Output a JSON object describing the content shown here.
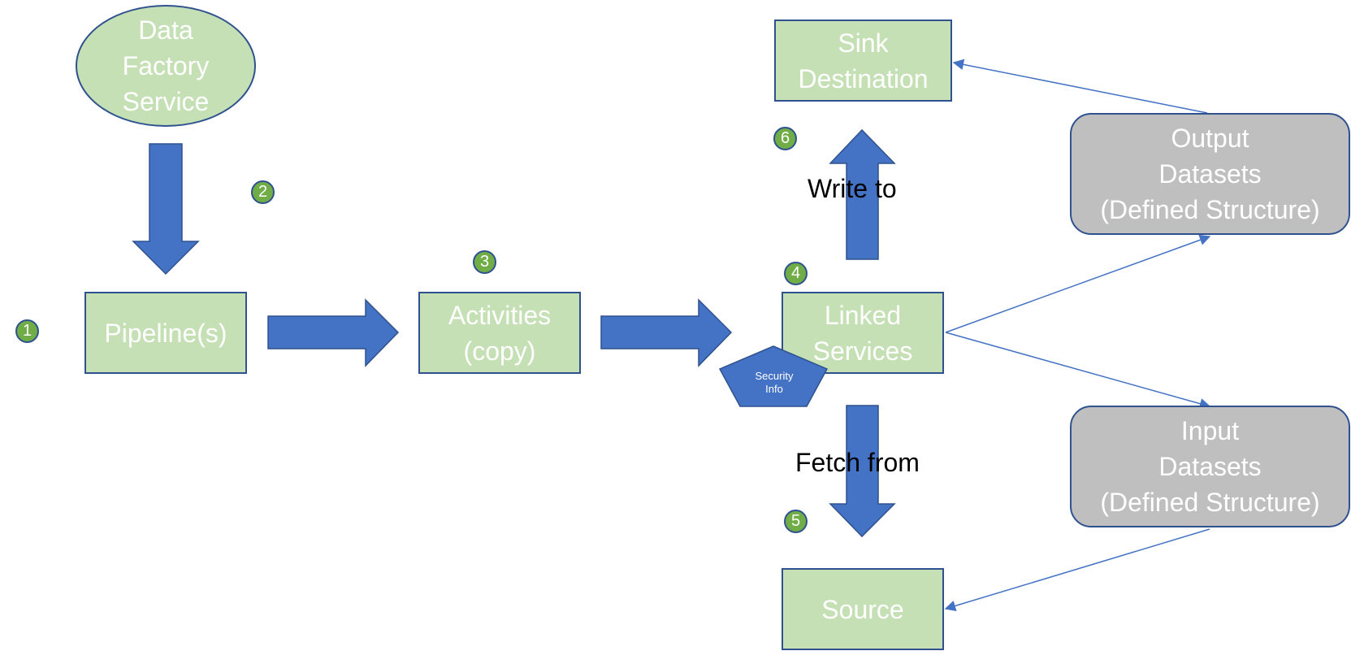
{
  "nodes": {
    "data_factory_service": "Data\nFactory\nService",
    "pipelines": "Pipeline(s)",
    "activities": "Activities\n(copy)",
    "linked_services": "Linked\nServices",
    "sink_destination": "Sink\nDestination",
    "source": "Source",
    "output_datasets": "Output\nDatasets\n(Defined Structure)",
    "input_datasets": "Input\nDatasets\n(Defined Structure)",
    "security_info": "Security\nInfo"
  },
  "arrow_labels": {
    "write_to": "Write to",
    "fetch_from": "Fetch from"
  },
  "badges": [
    "1",
    "2",
    "3",
    "4",
    "5",
    "6"
  ],
  "colors": {
    "box_fill": "#c5e0b4",
    "dataset_fill": "#bfbfbf",
    "arrow_fill": "#4472c4",
    "border": "#2f528f",
    "badge_fill": "#70ad47"
  }
}
